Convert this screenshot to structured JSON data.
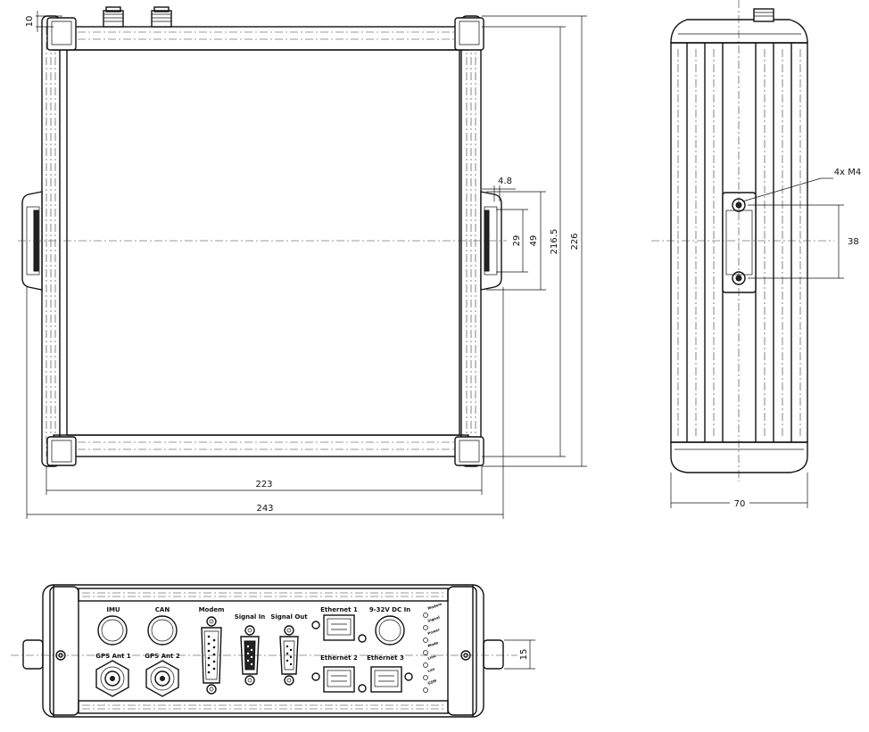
{
  "dimensions": {
    "d10": "10",
    "d4_8": "4.8",
    "d29": "29",
    "d49": "49",
    "d216_5": "216.5",
    "d226": "226",
    "d223": "223",
    "d243": "243",
    "d70": "70",
    "d38": "38",
    "d15": "15"
  },
  "annotations": {
    "mount_holes": "4x M4"
  },
  "connectors": {
    "imu": "IMU",
    "can": "CAN",
    "modem": "Modem",
    "signal_in": "Signal In",
    "signal_out": "Signal Out",
    "ethernet1": "Ethernet 1",
    "dc_in": "9-32V DC In",
    "gps_ant1": "GPS Ant 1",
    "gps_ant2": "GPS Ant 2",
    "ethernet2": "Ethernet 2",
    "ethernet3": "Ethernet 3"
  },
  "leds": [
    "Modem",
    "Signal",
    "Power",
    "Mode",
    "Link",
    "Lan",
    "GSM"
  ],
  "colors": {
    "line": "#111111",
    "background": "#ffffff"
  }
}
